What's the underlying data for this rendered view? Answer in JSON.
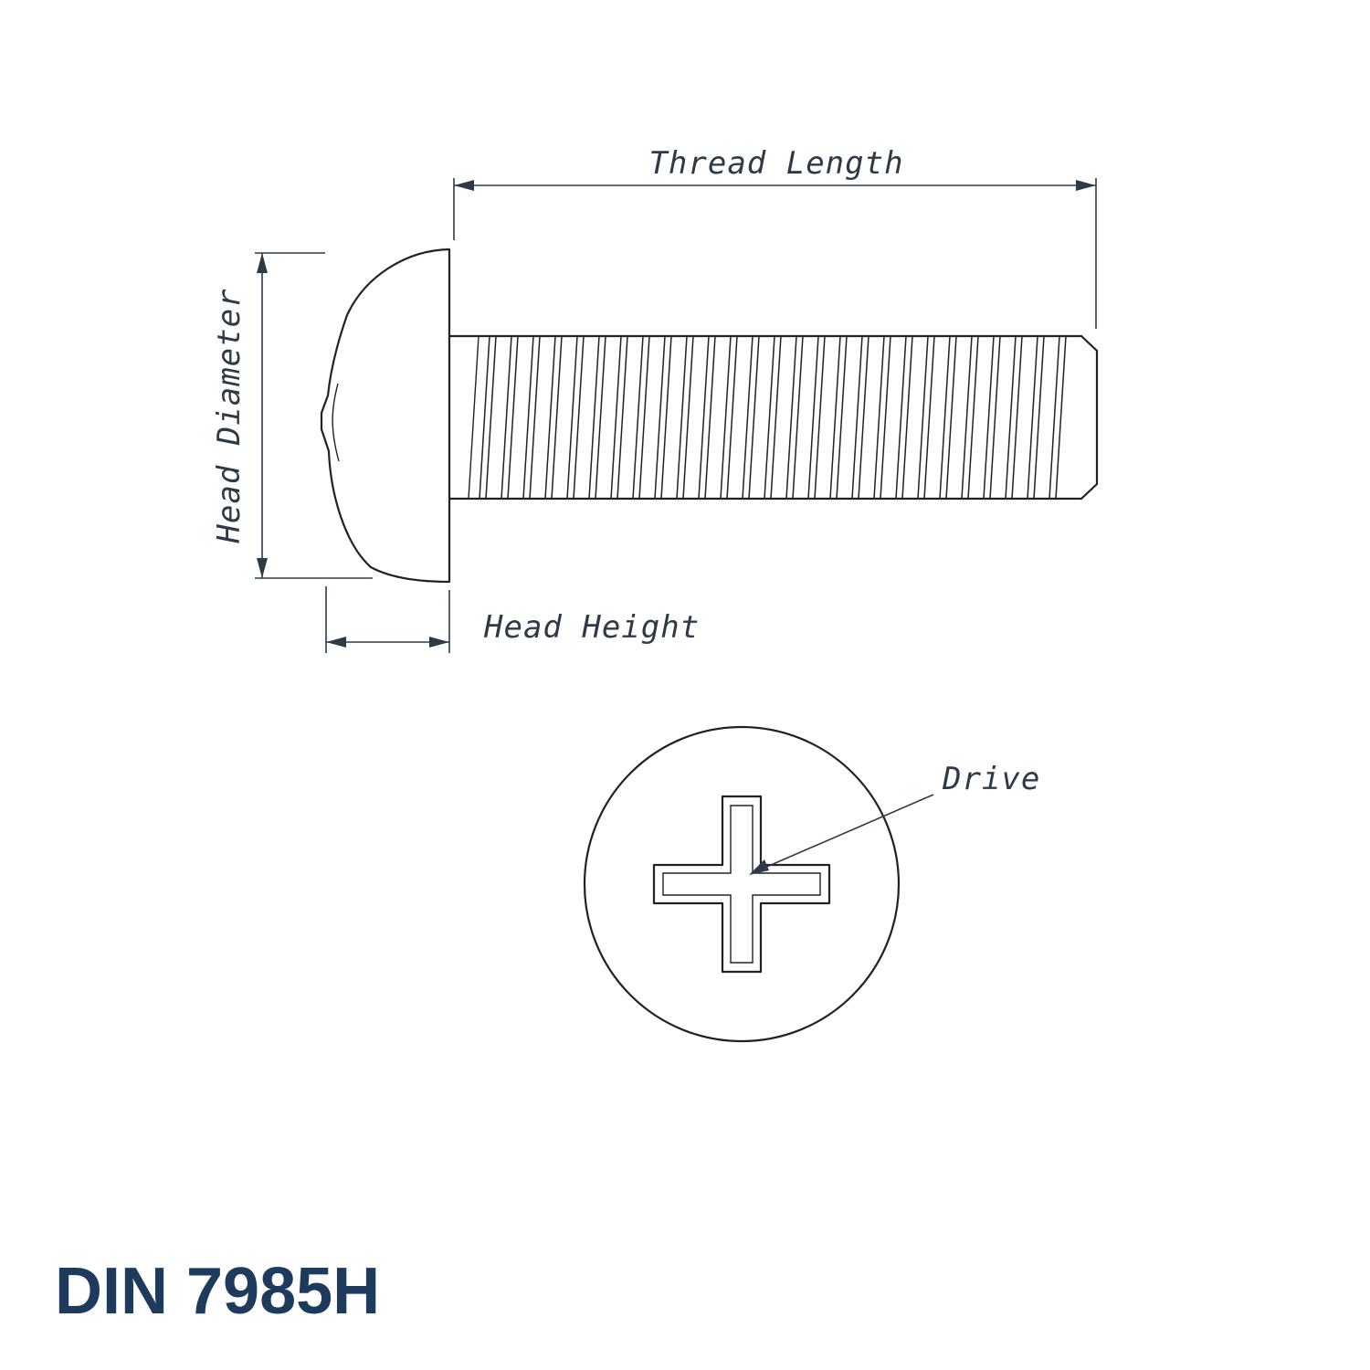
{
  "drawing": {
    "title": "DIN 7985H",
    "dimensions": {
      "thread_length": "Thread Length",
      "head_diameter": "Head Diameter",
      "head_height": "Head Height",
      "drive": "Drive"
    },
    "colors": {
      "line": "#222222",
      "annotation": "#2e3b47",
      "title": "#1e3a5c"
    }
  }
}
